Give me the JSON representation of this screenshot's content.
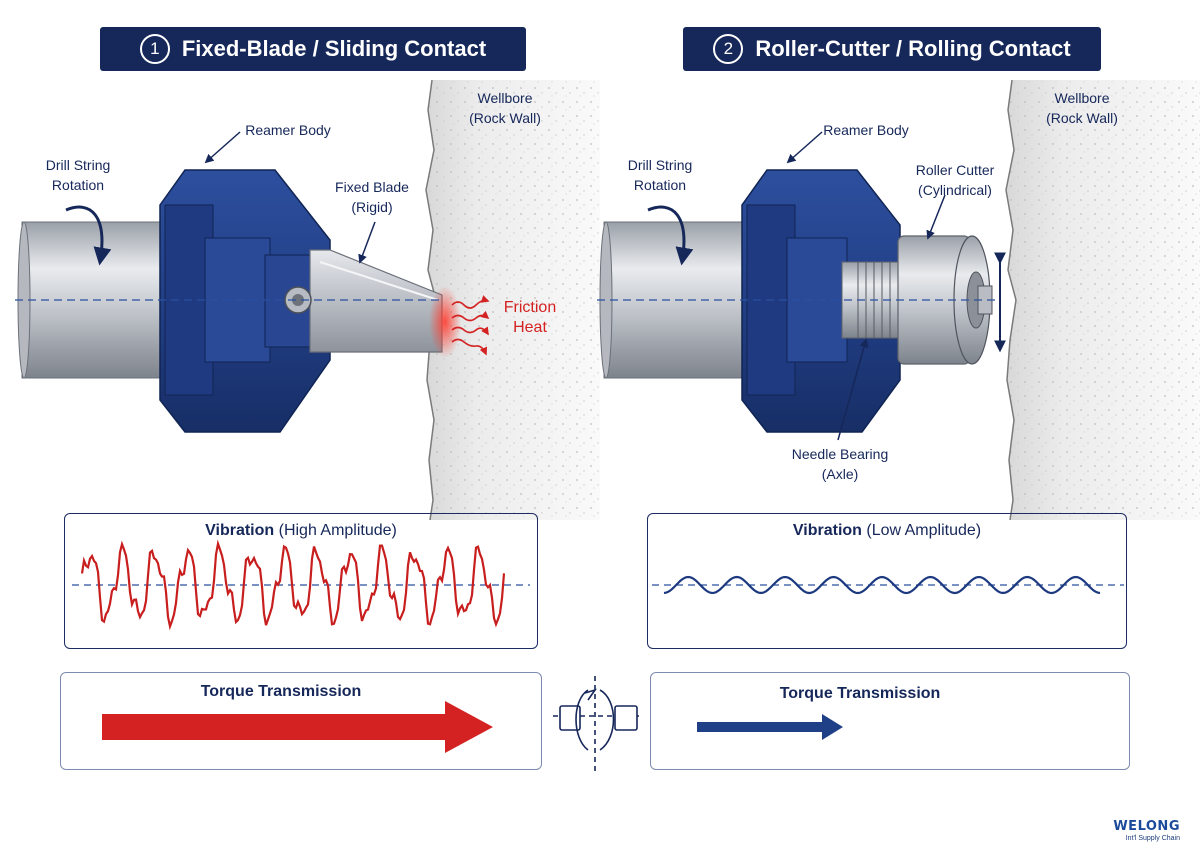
{
  "left_panel": {
    "number": "1",
    "title": "Fixed-Blade / Sliding Contact",
    "labels": {
      "wellbore": [
        "Wellbore",
        "(Rock Wall)"
      ],
      "reamer_body": "Reamer Body",
      "drill_string": [
        "Drill String",
        "Rotation"
      ],
      "fixed_blade": [
        "Fixed Blade",
        "(Rigid)"
      ],
      "friction": [
        "Friction",
        "Heat"
      ]
    },
    "vibration": {
      "title": "Vibration",
      "qualifier": "(High Amplitude)"
    },
    "torque": {
      "title": "Torque Transmission"
    }
  },
  "right_panel": {
    "number": "2",
    "title": "Roller-Cutter / Rolling Contact",
    "labels": {
      "wellbore": [
        "Wellbore",
        "(Rock Wall)"
      ],
      "reamer_body": "Reamer Body",
      "drill_string": [
        "Drill String",
        "Rotation"
      ],
      "roller_cutter": [
        "Roller Cutter",
        "(Cylindrical)"
      ],
      "needle_bearing": [
        "Needle Bearing",
        "(Axle)"
      ]
    },
    "vibration": {
      "title": "Vibration",
      "qualifier": "(Low Amplitude)"
    },
    "torque": {
      "title": "Torque Transmission"
    }
  },
  "logo": {
    "main": "WELONG",
    "sub": "Int'l Supply Chain"
  },
  "colors": {
    "navy": "#16275a",
    "reamer_blue": "#23408a",
    "steel": "#c9ccd2",
    "friction_red": "#d42222",
    "rock": "#ececec"
  },
  "icons": [
    "rotation-arrow-icon",
    "coupling-icon",
    "friction-heat-icon"
  ]
}
